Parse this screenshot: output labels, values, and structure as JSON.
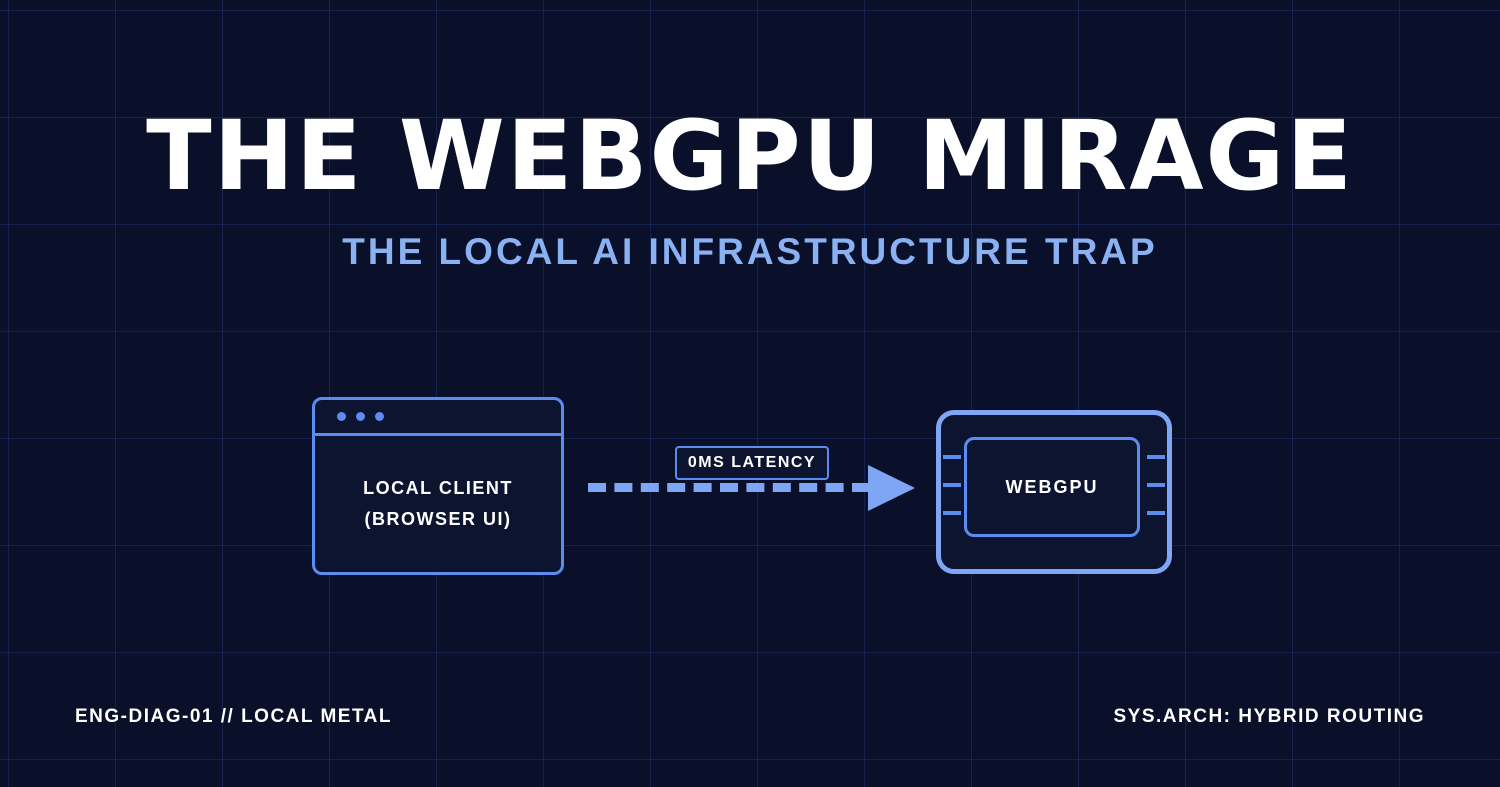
{
  "colors": {
    "background": "#0a102a",
    "grid_line": "#3e60d2",
    "accent_blue": "#5b8cf0",
    "accent_light_blue": "#7ea6f5",
    "subtitle_blue": "#8ab1f2",
    "box_fill": "#0d1430",
    "text_white": "#ffffff"
  },
  "header": {
    "title": "THE WEBGPU MIRAGE",
    "subtitle": "THE LOCAL AI INFRASTRUCTURE TRAP"
  },
  "diagram": {
    "client_box": {
      "label_line1": "LOCAL CLIENT",
      "label_line2": "(BROWSER UI)"
    },
    "connection": {
      "label": "0MS LATENCY"
    },
    "gpu_chip": {
      "label": "WEBGPU"
    }
  },
  "footer": {
    "left": "ENG-DIAG-01 // LOCAL METAL",
    "right": "SYS.ARCH: HYBRID ROUTING"
  }
}
